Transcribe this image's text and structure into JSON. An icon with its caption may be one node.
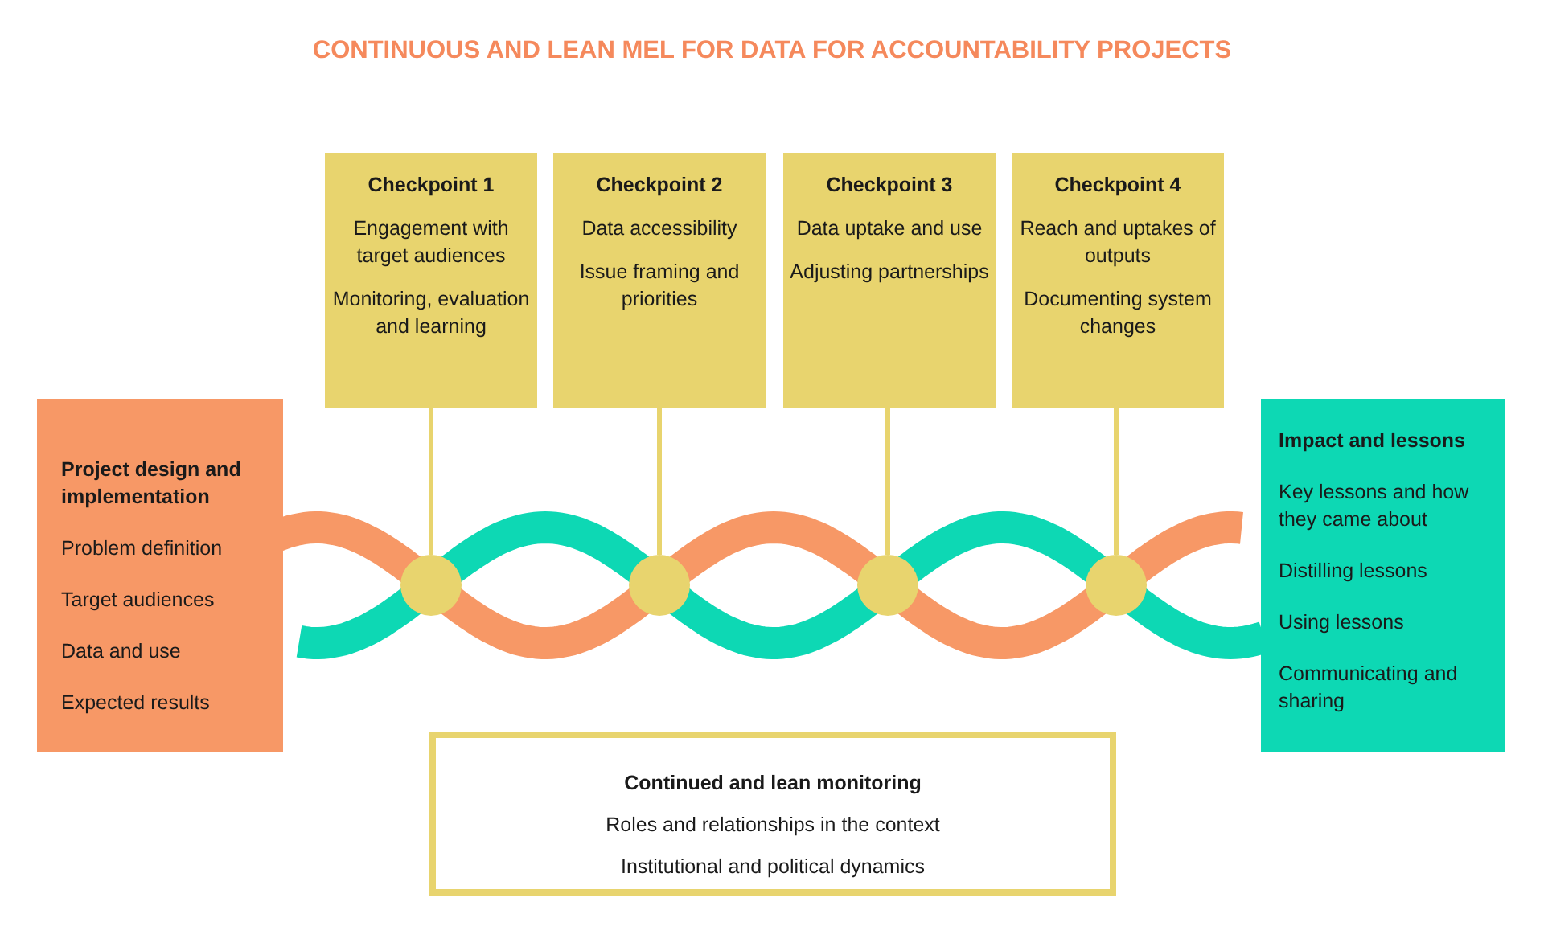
{
  "diagram": {
    "title": "CONTINUOUS AND LEAN MEL FOR DATA FOR ACCOUNTABILITY PROJECTS",
    "nodes": [
      {
        "text": [
          "Project design and implementation",
          "Problem definition",
          "Target audiences",
          "Data and use",
          "Expected results"
        ]
      },
      {
        "text": [
          "Checkpoint 1",
          "Engagement with target audiences",
          "Monitoring, evaluation and learning"
        ]
      },
      {
        "text": [
          "Checkpoint 2",
          "Data accessibility",
          "Issue framing and priorities"
        ]
      },
      {
        "text": [
          "Checkpoint 3",
          "Data uptake and use",
          "Adjusting partnerships"
        ]
      },
      {
        "text": [
          "Checkpoint 4",
          "Reach and uptakes of outputs",
          "Documenting system changes"
        ]
      },
      {
        "text": [
          "Impact and lessons",
          "Key lessons and how they came about",
          "Distilling lessons",
          "Using lessons",
          "Communicating and sharing"
        ]
      },
      {
        "text": [
          "Continued and lean monitoring",
          "Roles and relationships in the context",
          "Institutional and political dynamics"
        ]
      },
      {
        "text": [],
        "shape": "circle"
      },
      {
        "text": [],
        "shape": "circle"
      },
      {
        "text": [],
        "shape": "circle"
      },
      {
        "text": [],
        "shape": "circle"
      }
    ],
    "edges": [
      {
        "from": 1,
        "to": 7,
        "arrow": "none"
      },
      {
        "from": 2,
        "to": 8,
        "arrow": "none"
      },
      {
        "from": 3,
        "to": 9,
        "arrow": "none"
      },
      {
        "from": 4,
        "to": 10,
        "arrow": "none"
      }
    ]
  }
}
